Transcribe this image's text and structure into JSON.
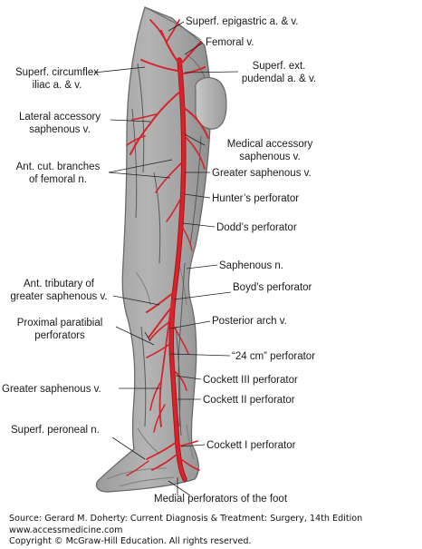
{
  "figure": {
    "colors": {
      "skin": "#a9a9a9",
      "skin_light": "#c9c9c9",
      "outline": "#6a6a6a",
      "vein": "#d8232a",
      "vein_dark": "#a8151b",
      "leader": "#222222",
      "background": "#ffffff"
    }
  },
  "labels": {
    "superf_epigastric": "Superf. epigastric a. & v.",
    "femoral_v": "Femoral v.",
    "superf_ext_pudendal_1": "Superf. ext.",
    "superf_ext_pudendal_2": "pudendal a. & v.",
    "superf_circumflex_1": "Superf. circumflex",
    "superf_circumflex_2": "iliac a. & v.",
    "lateral_accessory_1": "Lateral accessory",
    "lateral_accessory_2": "saphenous v.",
    "medical_accessory_1": "Medical accessory",
    "medical_accessory_2": "saphenous v.",
    "ant_cut_branches_1": "Ant. cut. branches",
    "ant_cut_branches_2": "of femoral n.",
    "greater_saphenous_upper": "Greater saphenous v.",
    "hunters_perforator": "Hunter’s perforator",
    "dodds_perforator": "Dodd’s perforator",
    "saphenous_n": "Saphenous n.",
    "ant_tributary_1": "Ant. tributary of",
    "ant_tributary_2": "greater saphenous v.",
    "boyds_perforator": "Boyd’s perforator",
    "proximal_paratibial_1": "Proximal paratibial",
    "proximal_paratibial_2": "perforators",
    "posterior_arch": "Posterior arch v.",
    "perforator_24cm": "“24 cm”  perforator",
    "greater_saphenous_lower": "Greater saphenous v.",
    "cockett_iii": "Cockett III perforator",
    "cockett_ii": "Cockett II perforator",
    "superf_peroneal": "Superf. peroneal n.",
    "cockett_i": "Cockett I perforator",
    "medial_perforators_foot": "Medial perforators of the foot"
  },
  "caption": {
    "source": "Source: Gerard M. Doherty: Current Diagnosis & Treatment: Surgery, 14th Edition",
    "website": "www.accessmedicine.com",
    "copyright": "Copyright © McGraw-Hill Education. All rights reserved."
  }
}
